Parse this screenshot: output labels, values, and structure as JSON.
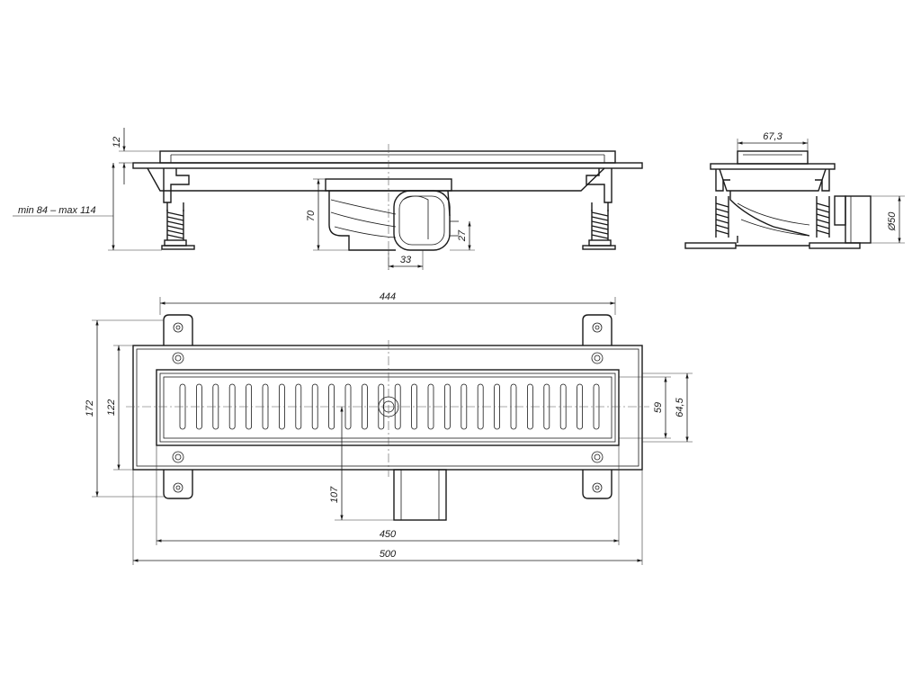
{
  "dimensions": {
    "grate_length": "444",
    "inner_length": "450",
    "overall_length": "500",
    "overall_width": "172",
    "channel_width": "122",
    "slot_width": "59",
    "grate_width": "64,5",
    "outlet_offset": "107",
    "height_adjust": "min 84 – max 114",
    "frame_height": "12",
    "body_height": "70",
    "outlet_height": "27",
    "outlet_width": "33",
    "side_top_width": "67,3",
    "outlet_diameter": "Ø50"
  }
}
